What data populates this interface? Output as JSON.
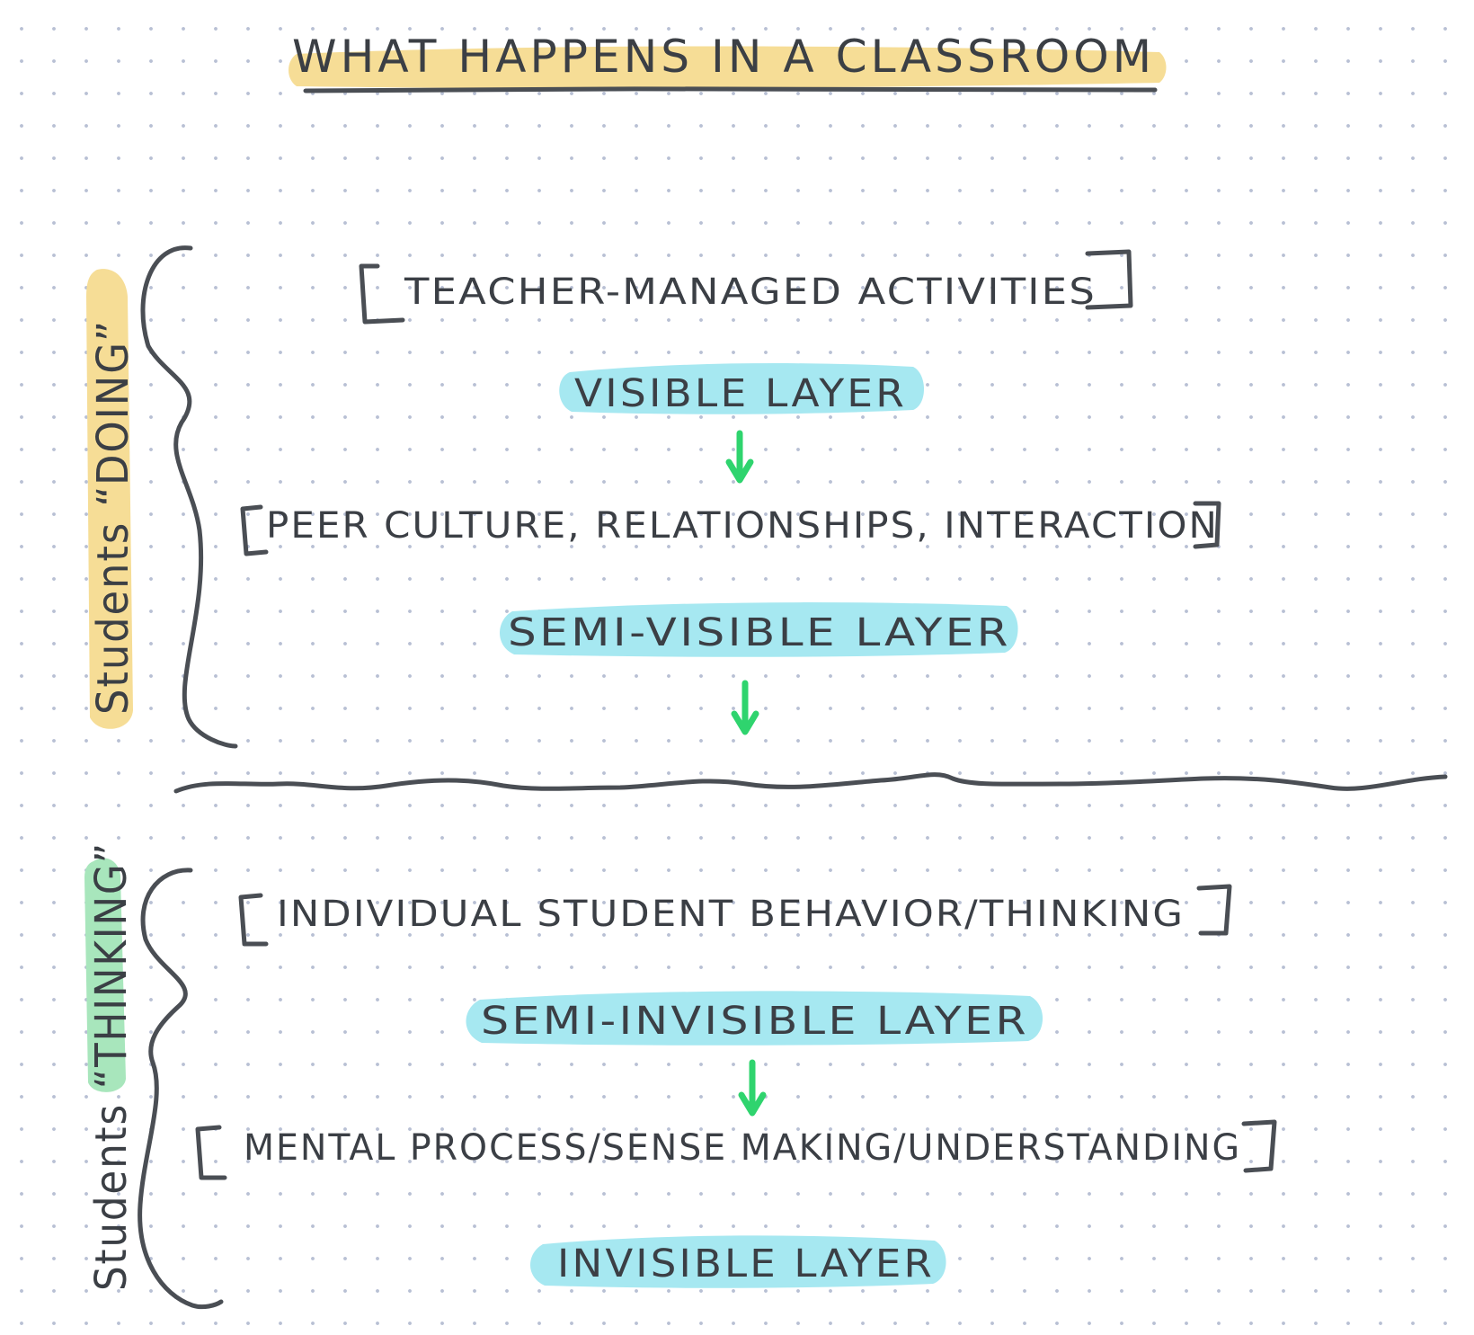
{
  "title": "WHAT HAPPENS IN A CLASSROOM",
  "sections": {
    "doing": {
      "side_label": "Students “DOING”",
      "highlight_color": "#f6dd96",
      "items": [
        {
          "bracket_text": "TEACHER-MANAGED ACTIVITIES",
          "layer": "VISIBLE LAYER"
        },
        {
          "bracket_text": "PEER CULTURE, RELATIONSHIPS, INTERACTION",
          "layer": "SEMI-VISIBLE LAYER"
        }
      ]
    },
    "thinking": {
      "side_label": "Students “THINKING”",
      "highlight_color": "#a8e6bc",
      "items": [
        {
          "bracket_text": "INDIVIDUAL STUDENT BEHAVIOR/THINKING",
          "layer": "SEMI-INVISIBLE LAYER"
        },
        {
          "bracket_text": "MENTAL PROCESS/SENSE MAKING/UNDERSTANDING",
          "layer": "INVISIBLE LAYER"
        }
      ]
    }
  },
  "colors": {
    "title_highlight": "#f6dd96",
    "layer_highlight": "#a6e8f1",
    "arrow": "#2fd46e",
    "ink": "#3b3f45",
    "dot_grid": "#b8c0d4"
  },
  "icons": [
    "down-arrow-icon",
    "curly-brace-icon",
    "wavy-divider"
  ]
}
